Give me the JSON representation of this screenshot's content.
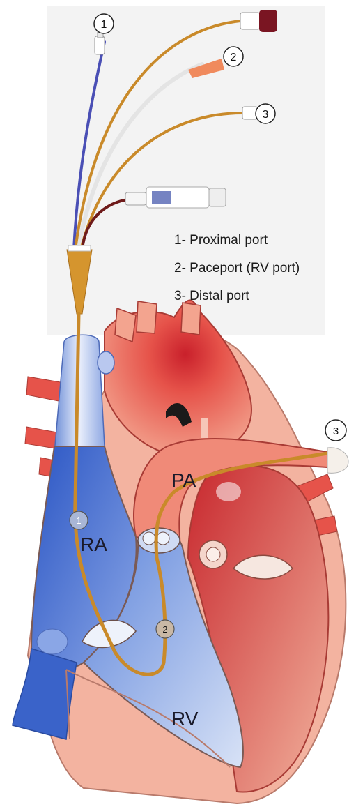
{
  "legend": {
    "item1": "1- Proximal port",
    "item2": "2- Paceport (RV port)",
    "item3": "3- Distal port"
  },
  "port_markers": {
    "top1": "1",
    "top2": "2",
    "top3": "3",
    "heart1": "1",
    "heart2": "2",
    "heart3": "3"
  },
  "chamber_labels": {
    "ra": "RA",
    "rv": "RV",
    "pa": "PA"
  },
  "colors": {
    "catheter": "#c98a2a",
    "venous_blue": "#3a63c9",
    "arterial_red": "#e0534b",
    "pericardium": "#f3b3a0",
    "panel_bg": "#f3f3f3"
  }
}
